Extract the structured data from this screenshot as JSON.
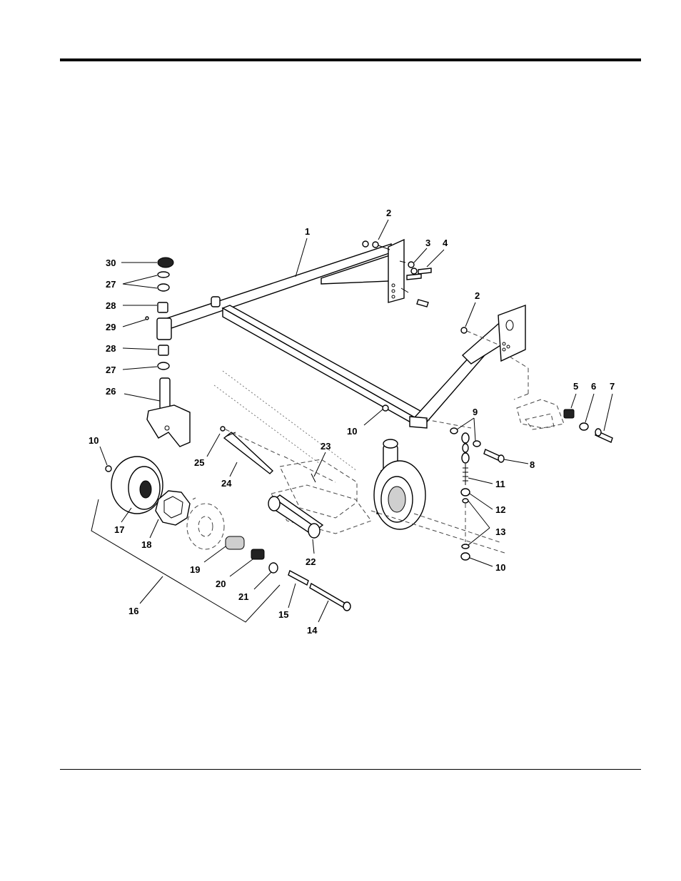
{
  "diagram": {
    "part_labels": [
      "1",
      "2",
      "2",
      "3",
      "4",
      "5",
      "6",
      "7",
      "8",
      "9",
      "10",
      "10",
      "10",
      "11",
      "12",
      "13",
      "14",
      "15",
      "16",
      "17",
      "18",
      "19",
      "20",
      "21",
      "22",
      "23",
      "24",
      "25",
      "26",
      "27",
      "27",
      "28",
      "28",
      "29",
      "30"
    ]
  }
}
